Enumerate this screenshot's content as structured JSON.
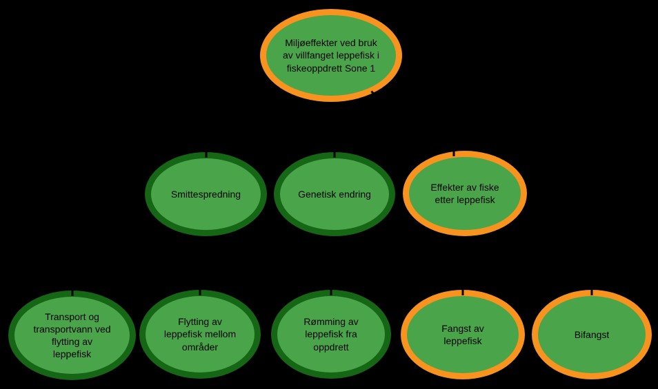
{
  "diagram": {
    "type": "hierarchy",
    "background_color": "#000000",
    "colors": {
      "node_fill": "#4AA54A",
      "border_dark_green": "#156615",
      "border_orange": "#F7931E",
      "text": "#000000",
      "connector": "#000000"
    },
    "nodes": {
      "root": {
        "label": "Miljøeffekter ved bruk\nav villfanget leppefisk i\nfiskeoppdrett Sone 1",
        "border": "orange",
        "level": 1
      },
      "smittespredning": {
        "label": "Smittespredning",
        "border": "dark-green",
        "level": 2
      },
      "genetisk_endring": {
        "label": "Genetisk endring",
        "border": "dark-green",
        "level": 2
      },
      "effekter_av_fiske": {
        "label": "Effekter av fiske\netter leppefisk",
        "border": "orange",
        "level": 2
      },
      "transport_og_transportvann": {
        "label": "Transport og\ntransportvann ved\nflytting av\nleppefisk",
        "border": "dark-green",
        "level": 3
      },
      "flytting_av_leppefisk": {
        "label": "Flytting av\nleppefisk mellom\nområder",
        "border": "dark-green",
        "level": 3
      },
      "romming_av_leppefisk": {
        "label": "Rømming av\nleppefisk fra\noppdrett",
        "border": "dark-green",
        "level": 3
      },
      "fangst_av_leppefisk": {
        "label": "Fangst av\nleppefisk",
        "border": "orange",
        "level": 3
      },
      "bifangst": {
        "label": "Bifangst",
        "border": "orange",
        "level": 3
      }
    }
  }
}
